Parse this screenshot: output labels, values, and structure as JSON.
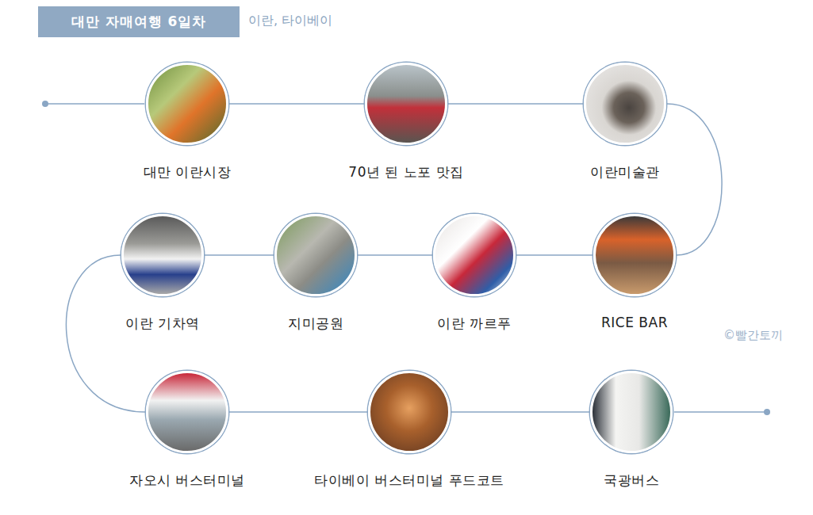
{
  "diagram": {
    "title": "대만 자매여행 6일차",
    "nodes": [
      {
        "text": [
          "대만 이란시장"
        ]
      },
      {
        "text": [
          "70년 된 노포 맛집"
        ]
      },
      {
        "text": [
          "이란미술관"
        ]
      },
      {
        "text": [
          "RICE BAR"
        ]
      },
      {
        "text": [
          "이란 까르푸"
        ]
      },
      {
        "text": [
          "지미공원"
        ]
      },
      {
        "text": [
          "이란 기차역"
        ]
      },
      {
        "text": [
          "자오시 버스터미널"
        ]
      },
      {
        "text": [
          "타이베이 버스터미널 푸드코트"
        ]
      },
      {
        "text": [
          "국광버스"
        ]
      }
    ],
    "edges": [
      {
        "from": 0,
        "to": 1,
        "arrow": "none"
      },
      {
        "from": 1,
        "to": 2,
        "arrow": "none"
      },
      {
        "from": 2,
        "to": 3,
        "arrow": "none"
      },
      {
        "from": 3,
        "to": 4,
        "arrow": "none"
      },
      {
        "from": 4,
        "to": 5,
        "arrow": "none"
      },
      {
        "from": 5,
        "to": 6,
        "arrow": "none"
      },
      {
        "from": 6,
        "to": 7,
        "arrow": "none"
      },
      {
        "from": 7,
        "to": 8,
        "arrow": "none"
      },
      {
        "from": 8,
        "to": 9,
        "arrow": "none"
      }
    ],
    "labels": [
      "이란, 타이베이",
      "©빨간토끼"
    ]
  }
}
